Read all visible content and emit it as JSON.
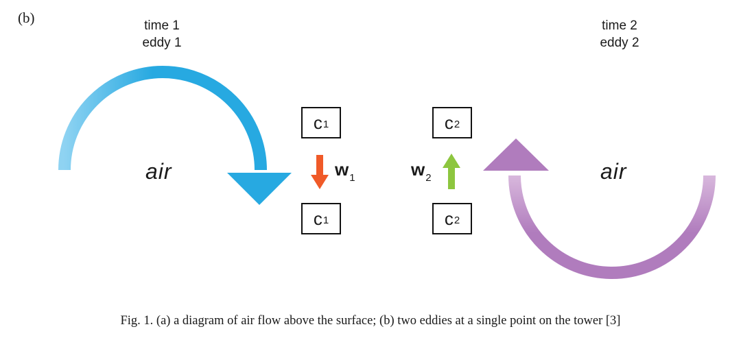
{
  "panel_label": "(b)",
  "left_heading": {
    "line1": "time 1",
    "line2": "eddy 1"
  },
  "right_heading": {
    "line1": "time 2",
    "line2": "eddy 2"
  },
  "left_air": "air",
  "right_air": "air",
  "boxes": {
    "top_left": {
      "base": "c",
      "sub": "1"
    },
    "bottom_left": {
      "base": "c",
      "sub": "1"
    },
    "top_right": {
      "base": "c",
      "sub": "2"
    },
    "bottom_right": {
      "base": "c",
      "sub": "2"
    }
  },
  "w_labels": {
    "left": {
      "base": "w",
      "sub": "1"
    },
    "right": {
      "base": "w",
      "sub": "2"
    }
  },
  "colors": {
    "eddy1": "#27a9e1",
    "eddy1_light": "#8fd3f2",
    "eddy2": "#b07cbd",
    "eddy2_light": "#dbbcdf",
    "w1_arrow": "#f05a28",
    "w2_arrow": "#8dc63f"
  },
  "caption": "Fig. 1. (a) a diagram of air flow above the surface; (b) two eddies at a single point on the tower [3]"
}
